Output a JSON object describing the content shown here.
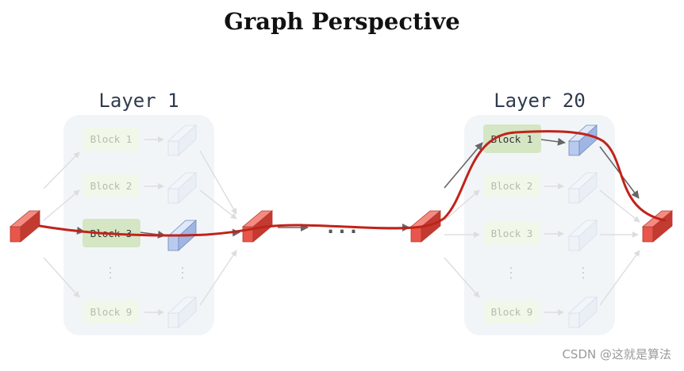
{
  "title": "Graph Perspective",
  "layers": [
    {
      "label": "Layer 1",
      "blocks": [
        "Block 1",
        "Block 2",
        "Block 3",
        "Block 9"
      ],
      "active_block": "Block 3"
    },
    {
      "label": "Layer 20",
      "blocks": [
        "Block 1",
        "Block 2",
        "Block 3",
        "Block 9"
      ],
      "active_block": "Block 1"
    }
  ],
  "ellipsis": "...",
  "watermark": "CSDN @这就是算法",
  "colors": {
    "title": "#111111",
    "layer_label": "#2f3b4c",
    "panel": "#eef1f6",
    "block_active_fill": "#d4e6c4",
    "block_inactive_fill": "#f1f8ea",
    "block_inactive_text": "#b3bcae",
    "tensor_red": "#e8554a",
    "tensor_blue": "#c5d4f2",
    "path_red": "#c0231b",
    "arrow_gray": "#777777"
  }
}
